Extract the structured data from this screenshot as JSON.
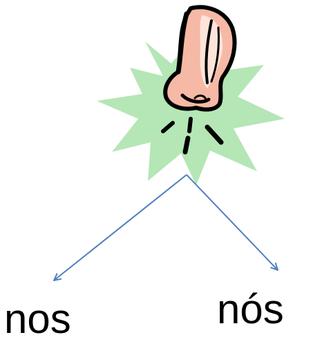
{
  "colors": {
    "burst_fill": "#b5e6b6",
    "nose_skin": "#f6b9a6",
    "nose_highlight": "#fde4da",
    "outline": "#000000",
    "arrow": "#4f7fbd"
  },
  "icons": [
    "nose-icon",
    "starburst-shape",
    "sniff-lines-icon",
    "arrow-left",
    "arrow-right"
  ],
  "words": {
    "left": "nos",
    "right": "nós"
  }
}
